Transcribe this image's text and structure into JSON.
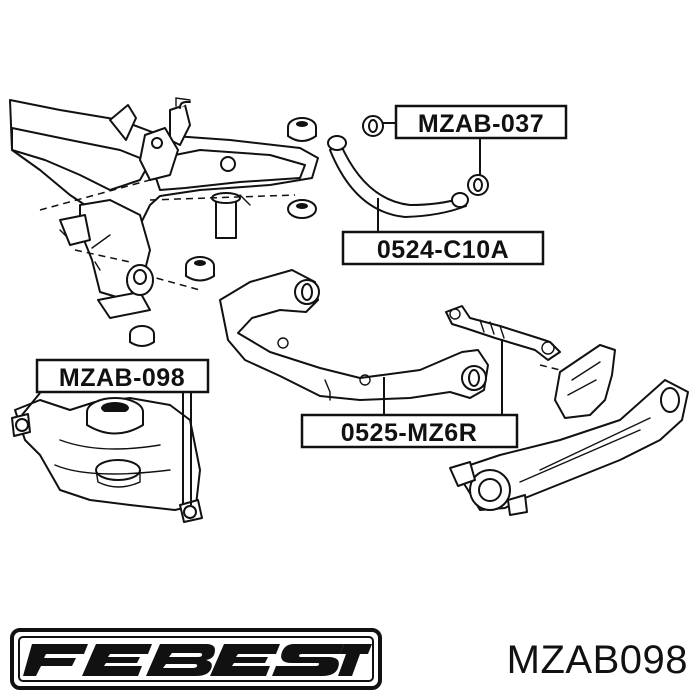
{
  "labels": {
    "upper_right": "MZAB-037",
    "toe_link": "0524-C10A",
    "left": "MZAB-098",
    "upper_arm": "0525-MZ6R"
  },
  "brand": {
    "name": "FEBEST"
  },
  "part_number": "MZAB098",
  "colors": {
    "ink": "#111111",
    "background": "#ffffff"
  }
}
